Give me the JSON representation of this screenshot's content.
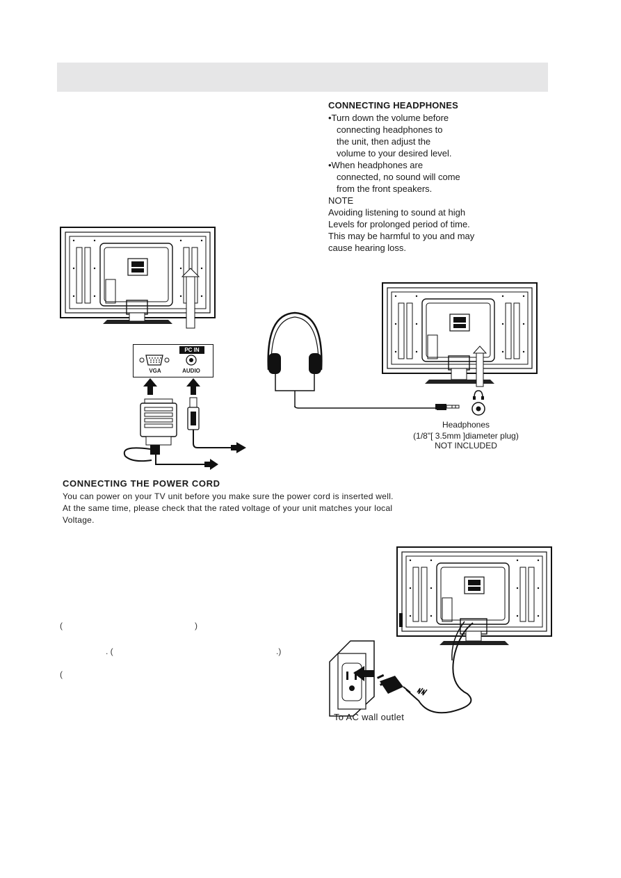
{
  "headphones": {
    "title": "CONNECTING HEADPHONES",
    "lines": [
      "•Turn down the volume before",
      "connecting headphones to",
      "the unit, then adjust the",
      "volume to your desired level.",
      "•When headphones are",
      "connected, no sound will come",
      "from the front speakers.",
      "NOTE",
      "Avoiding listening to sound at high",
      "Levels for prolonged period of time.",
      "This may be harmful to you and may",
      "cause hearing loss."
    ],
    "caption": [
      "Headphones",
      "(1/8\"[ 3.5mm ]diameter plug)",
      "NOT INCLUDED"
    ]
  },
  "pc_panel": {
    "badge": "PC IN",
    "vga_label": "VGA",
    "audio_label": "AUDIO"
  },
  "power": {
    "title": "CONNECTING THE POWER CORD",
    "lines": [
      "You can power on your TV unit before you make sure the power cord is inserted well.",
      "At the same time, please check that the rated voltage of your unit matches your local",
      "Voltage."
    ],
    "outlet_caption": "To  AC  wall  outlet"
  },
  "stray_marks": {
    "p1_open": "(",
    "p1_close": ")",
    "p2_dot_open": ". (",
    "p2_close": ".)",
    "p3_open": "("
  }
}
